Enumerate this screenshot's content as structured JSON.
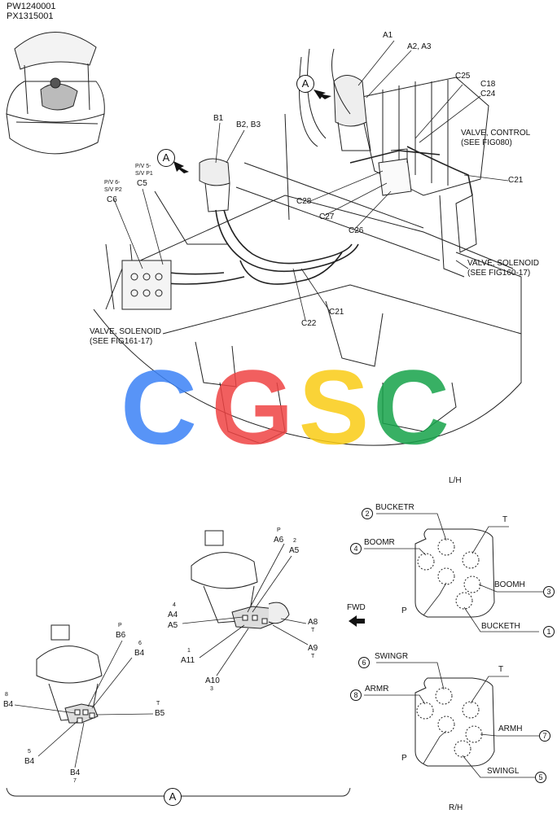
{
  "part_numbers": [
    "PW1240001",
    "PX1315001"
  ],
  "callouts_top": {
    "A1": "A1",
    "A2A3": "A2, A3",
    "B1": "B1",
    "B2B3": "B2, B3",
    "C25": "C25",
    "C18": "C18",
    "C24": "C24",
    "valve_control": "VALVE, CONTROL",
    "valve_control_ref": "(SEE FIG080)",
    "C21a": "C21",
    "C21b": "C21",
    "C28": "C28",
    "C27": "C27",
    "C26": "C26",
    "C22": "C22",
    "pv6": "P/V 6-",
    "sv_p2": "S/V P2",
    "C6": "C6",
    "pv5": "P/V 5-",
    "sv_p1": "S/V P1",
    "C5": "C5",
    "valve_solenoid_r": "VALVE, SOLENOID",
    "valve_solenoid_r_ref": "(SEE FIG160-17)",
    "valve_solenoid_l": "VALVE, SOLENOID",
    "valve_solenoid_l_ref": "(SEE FIG161-17)",
    "view_marker": "A"
  },
  "watermark": {
    "letters": [
      "C",
      "G",
      "S",
      "C"
    ],
    "colors": [
      "#3b82f6",
      "#ef4444",
      "#facc15",
      "#16a34a"
    ]
  },
  "left_joystick": {
    "P": "P",
    "B6": "B6",
    "n6": "6",
    "B4a": "B4",
    "n8": "8",
    "B4b": "B4",
    "T": "T",
    "B5": "B5",
    "n5": "5",
    "B4c": "B4",
    "B4d": "B4",
    "n7": "7"
  },
  "right_joystick": {
    "P": "P",
    "A6": "A6",
    "n2": "2",
    "A5a": "A5",
    "n4": "4",
    "A4": "A4",
    "A5b": "A5",
    "A8": "A8",
    "T1": "T",
    "n1": "1",
    "A11": "A11",
    "A9": "A9",
    "T2": "T",
    "A10": "A10",
    "n3": "3",
    "fwd": "FWD"
  },
  "lh_port": {
    "title": "L/H",
    "bucketr": "BUCKETR",
    "n2": "2",
    "T": "T",
    "boomr": "BOOMR",
    "n4": "4",
    "boomh": "BOOMH",
    "n3": "3",
    "P": "P",
    "bucketh": "BUCKETH",
    "n1": "1"
  },
  "rh_port": {
    "title": "R/H",
    "swingr": "SWINGR",
    "n6": "6",
    "T": "T",
    "armr": "ARMR",
    "n8": "8",
    "armh": "ARMH",
    "n7": "7",
    "P": "P",
    "swingl": "SWINGL",
    "n5": "5"
  },
  "bottom_view": "A"
}
